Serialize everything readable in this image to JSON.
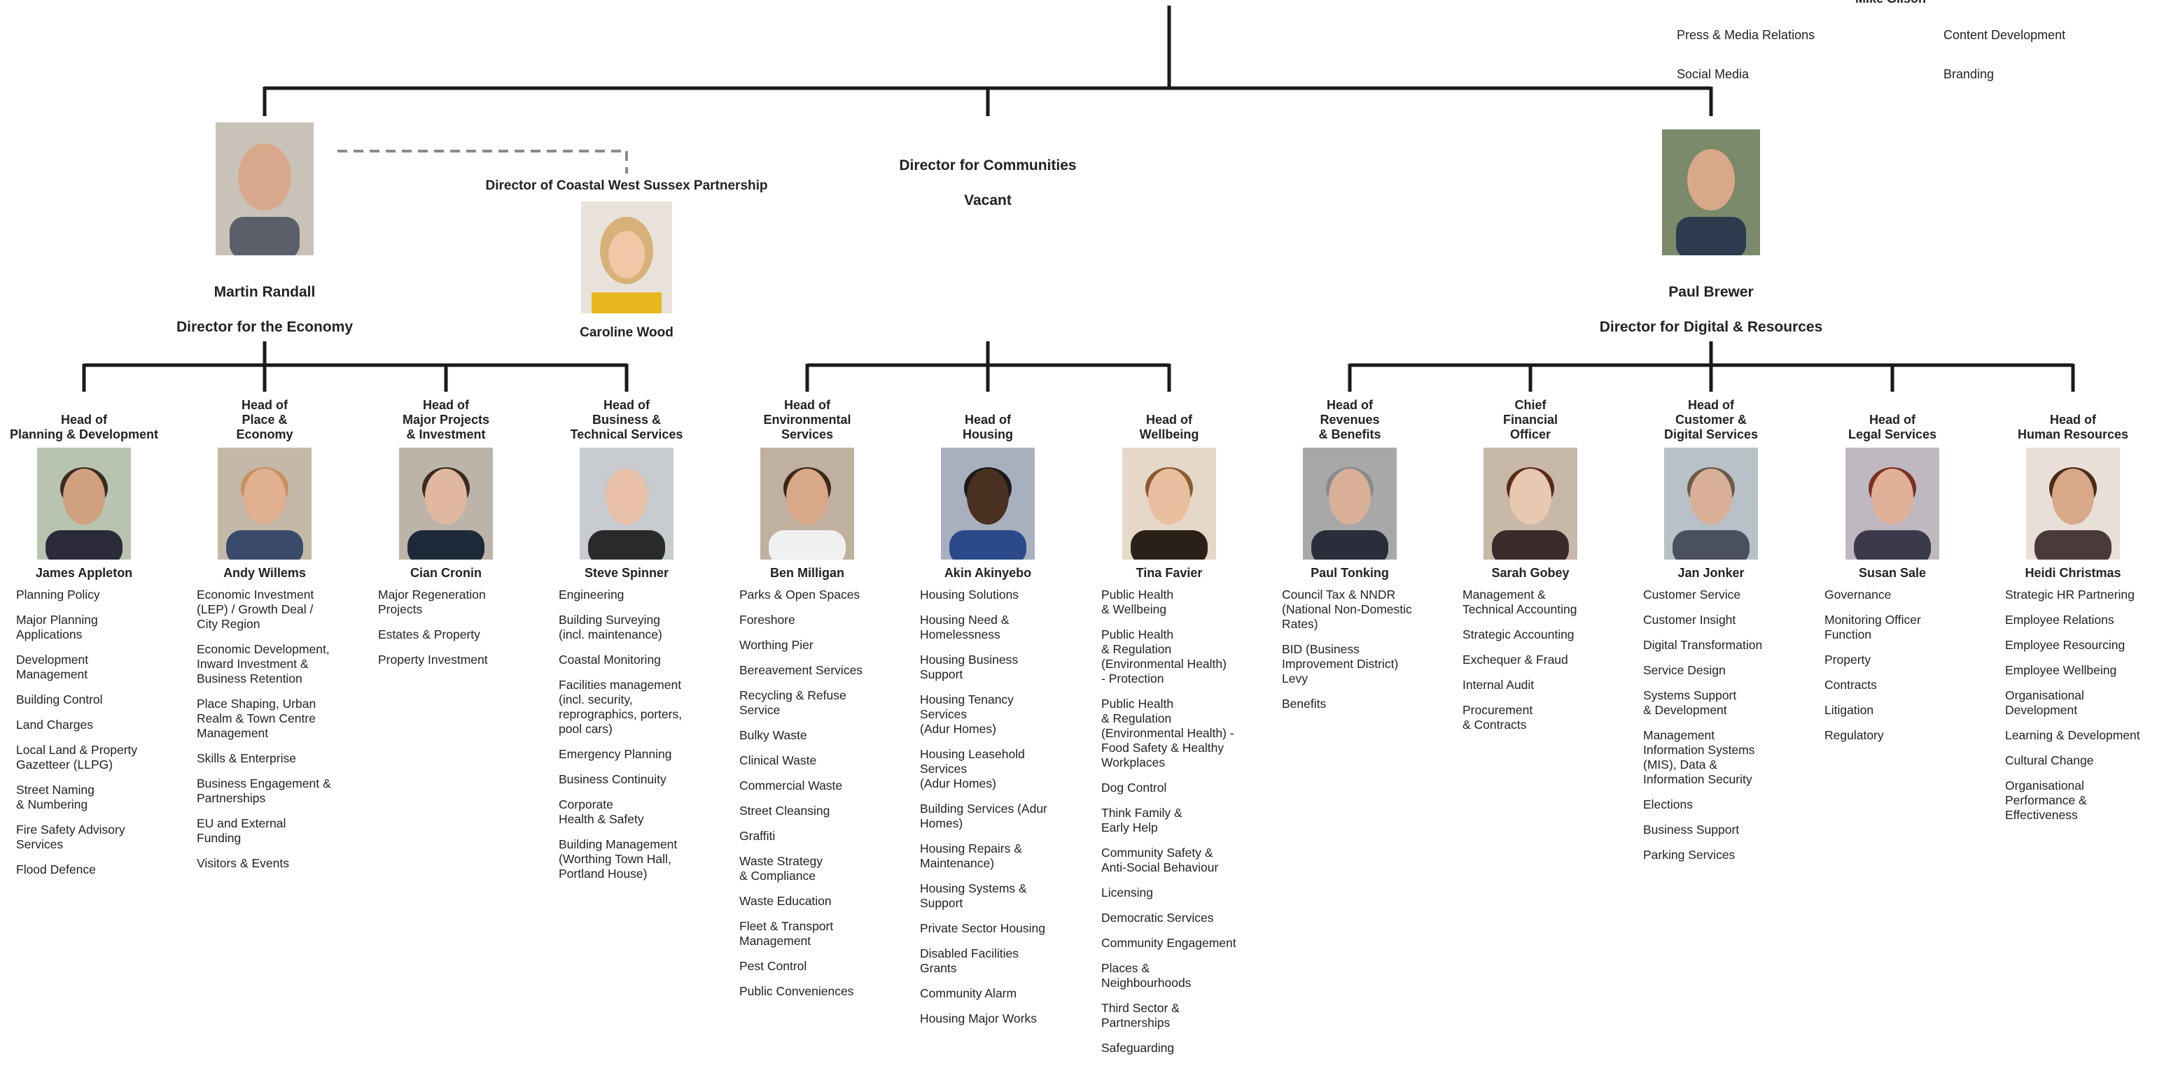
{
  "top_right": {
    "person_cut": "Mike Gilson",
    "left_services": [
      "Press & Media Relations",
      "Social Media"
    ],
    "right_services": [
      "Content Development",
      "Branding"
    ]
  },
  "directors": {
    "economy": {
      "name": "Martin Randall",
      "role": "Director for the Economy"
    },
    "communities": {
      "title": "Director for Communities",
      "status": "Vacant"
    },
    "coastal": {
      "title": "Director of Coastal West Sussex Partnership",
      "name": "Caroline Wood"
    },
    "digital": {
      "name": "Paul Brewer",
      "role": "Director for Digital & Resources"
    }
  },
  "heads": [
    {
      "title": "Head of\nPlanning & Development",
      "name": "James Appleton",
      "services": [
        "Planning Policy",
        "Major Planning\nApplications",
        "Development\nManagement",
        "Building Control",
        "Land Charges",
        "Local Land & Property\nGazetteer (LLPG)",
        "Street Naming\n& Numbering",
        "Fire Safety Advisory\nServices",
        "Flood Defence"
      ]
    },
    {
      "title": "Head of\nPlace &\nEconomy",
      "name": "Andy Willems",
      "services": [
        "Economic Investment\n(LEP) / Growth Deal /\nCity Region",
        "Economic Development,\nInward Investment &\nBusiness Retention",
        "Place Shaping, Urban\nRealm & Town Centre\nManagement",
        "Skills & Enterprise",
        "Business Engagement &\nPartnerships",
        "EU and External\nFunding",
        "Visitors & Events"
      ]
    },
    {
      "title": "Head of\nMajor Projects\n& Investment",
      "name": "Cian Cronin",
      "services": [
        "Major Regeneration\nProjects",
        "Estates & Property",
        "Property Investment"
      ]
    },
    {
      "title": "Head of\nBusiness &\nTechnical Services",
      "name": "Steve Spinner",
      "services": [
        "Engineering",
        "Building Surveying\n(incl. maintenance)",
        "Coastal Monitoring",
        "Facilities management\n(incl. security,\nreprographics, porters,\npool cars)",
        "Emergency Planning",
        "Business Continuity",
        "Corporate\nHealth & Safety",
        "Building Management\n(Worthing Town Hall,\nPortland House)"
      ]
    },
    {
      "title": "Head of\nEnvironmental\nServices",
      "name": "Ben Milligan",
      "services": [
        "Parks & Open Spaces",
        "Foreshore",
        "Worthing Pier",
        "Bereavement Services",
        "Recycling & Refuse\nService",
        "Bulky Waste",
        "Clinical Waste",
        "Commercial Waste",
        "Street Cleansing",
        "Graffiti",
        "Waste Strategy\n& Compliance",
        "Waste Education",
        "Fleet & Transport\nManagement",
        "Pest Control",
        "Public Conveniences"
      ]
    },
    {
      "title": "Head of\nHousing",
      "name": "Akin Akinyebo",
      "services": [
        "Housing Solutions",
        "Housing Need &\nHomelessness",
        "Housing Business\nSupport",
        "Housing Tenancy\nServices\n(Adur Homes)",
        "Housing Leasehold\nServices\n(Adur Homes)",
        "Building Services (Adur\nHomes)",
        "Housing Repairs &\nMaintenance)",
        "Housing Systems &\nSupport",
        "Private Sector Housing",
        "Disabled Facilities\nGrants",
        "Community Alarm",
        "Housing Major Works"
      ]
    },
    {
      "title": "Head of\nWellbeing",
      "name": "Tina Favier",
      "services": [
        "Public Health\n& Wellbeing",
        "Public Health\n& Regulation\n(Environmental  Health)\n- Protection",
        "Public Health\n& Regulation\n(Environmental Health) -\nFood Safety & Healthy\nWorkplaces",
        "Dog Control",
        "Think Family &\nEarly Help",
        "Community Safety &\nAnti-Social Behaviour",
        "Licensing",
        "Democratic Services",
        "Community Engagement",
        "Places &\nNeighbourhoods",
        "Third Sector &\nPartnerships",
        "Safeguarding"
      ]
    },
    {
      "title": "Head of\nRevenues\n& Benefits",
      "name": "Paul Tonking",
      "services": [
        "Council Tax & NNDR\n(National Non-Domestic\nRates)",
        "BID (Business\nImprovement District)\nLevy",
        "Benefits"
      ]
    },
    {
      "title": "Chief\nFinancial\nOfficer",
      "name": "Sarah Gobey",
      "services": [
        "Management  &\nTechnical Accounting",
        "Strategic Accounting",
        "Exchequer & Fraud",
        "Internal Audit",
        "Procurement\n& Contracts"
      ]
    },
    {
      "title": "Head of\nCustomer &\nDigital Services",
      "name": "Jan Jonker",
      "services": [
        "Customer Service",
        "Customer Insight",
        "Digital Transformation",
        "Service Design",
        "Systems Support\n& Development",
        "Management\nInformation Systems\n(MIS), Data &\nInformation Security",
        "Elections",
        "Business Support",
        "Parking Services"
      ]
    },
    {
      "title": "Head of\nLegal Services",
      "name": "Susan Sale",
      "services": [
        "Governance",
        "Monitoring Officer\nFunction",
        "Property",
        "Contracts",
        "Litigation",
        "Regulatory"
      ]
    },
    {
      "title": "Head of\nHuman Resources",
      "name": "Heidi Christmas",
      "services": [
        "Strategic HR Partnering",
        "Employee Relations",
        "Employee Resourcing",
        "Employee Wellbeing",
        "Organisational\nDevelopment",
        "Learning & Development",
        "Cultural Change",
        "Organisational\nPerformance &\nEffectiveness"
      ]
    }
  ],
  "colors": {
    "line": "#1a1a1a",
    "dashed_line": "#8a8a8a",
    "text": "#222222"
  }
}
